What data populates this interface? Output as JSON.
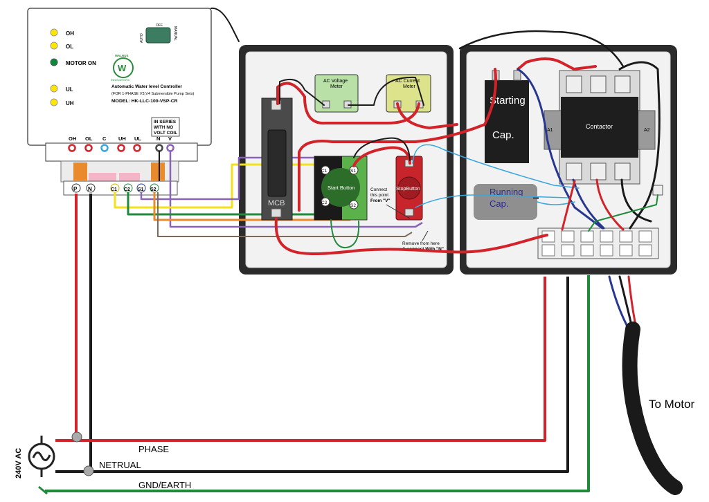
{
  "colors": {
    "phase": "#d2232a",
    "neutral": "#1a1a1a",
    "earth": "#1e8a3a",
    "yellow": "#f3e21b",
    "purple": "#8a63b8",
    "orange": "#e98a2d",
    "blue": "#27378f",
    "cyan": "#3aa7dc",
    "panel": "#2b2b2b",
    "contactor": "#1e1e1e",
    "start_green": "#5bb14a",
    "stop_red": "#c7242b",
    "meter_green": "#b9e0a6",
    "meter_yellow": "#dde38a",
    "logo_green": "#2a8a3c",
    "led_yellow": "#ffe600",
    "led_green": "#0a8a3a"
  },
  "controller": {
    "leds": [
      "OH",
      "OL",
      "MOTOR ON",
      "UL",
      "UH"
    ],
    "switch": {
      "auto": "AUTO",
      "off": "OFF",
      "manual": "MANUAL"
    },
    "brand_top": "WALRUS",
    "brand_bottom": "INNOVATIONS",
    "title": "Automatic Water level Controller",
    "subtitle": "(FOR 1-PHASE V3,V4 Submersible Pump Sets)",
    "model": "MODEL: HK-LLC-100-VSP-CR",
    "series_note": [
      "IN SERIES",
      "WITH  NO",
      "VOLT COIL"
    ],
    "top_terminals": [
      "OH",
      "OL",
      "C",
      "UH",
      "UL",
      "N",
      "V"
    ],
    "bottom_terminals": [
      "P",
      "N",
      "C1",
      "C2",
      "S1",
      "S2"
    ]
  },
  "panel": {
    "mcb": "MCB",
    "voltage_meter": [
      "AC Voltage",
      "Meter"
    ],
    "current_meter": [
      "AC Current",
      "Meter"
    ],
    "start_button": "Start Button",
    "stop_button": "StopButton",
    "start_terms": [
      "C1",
      "S1",
      "C2",
      "S2"
    ],
    "note_connect": [
      "Connect",
      "this point",
      "From \"V\""
    ],
    "note_remove": [
      "Remove from here",
      "& connect With \"N\""
    ],
    "starting_cap": [
      "Starting",
      "Cap."
    ],
    "running_cap": [
      "Running",
      "Cap."
    ],
    "contactor": "Contactor",
    "a1": "A1",
    "a2": "A2"
  },
  "supply": {
    "voltage": "240V AC",
    "phase": "PHASE",
    "neutral": "NETRUAL",
    "earth": "GND/EARTH"
  },
  "motor": "To Motor"
}
